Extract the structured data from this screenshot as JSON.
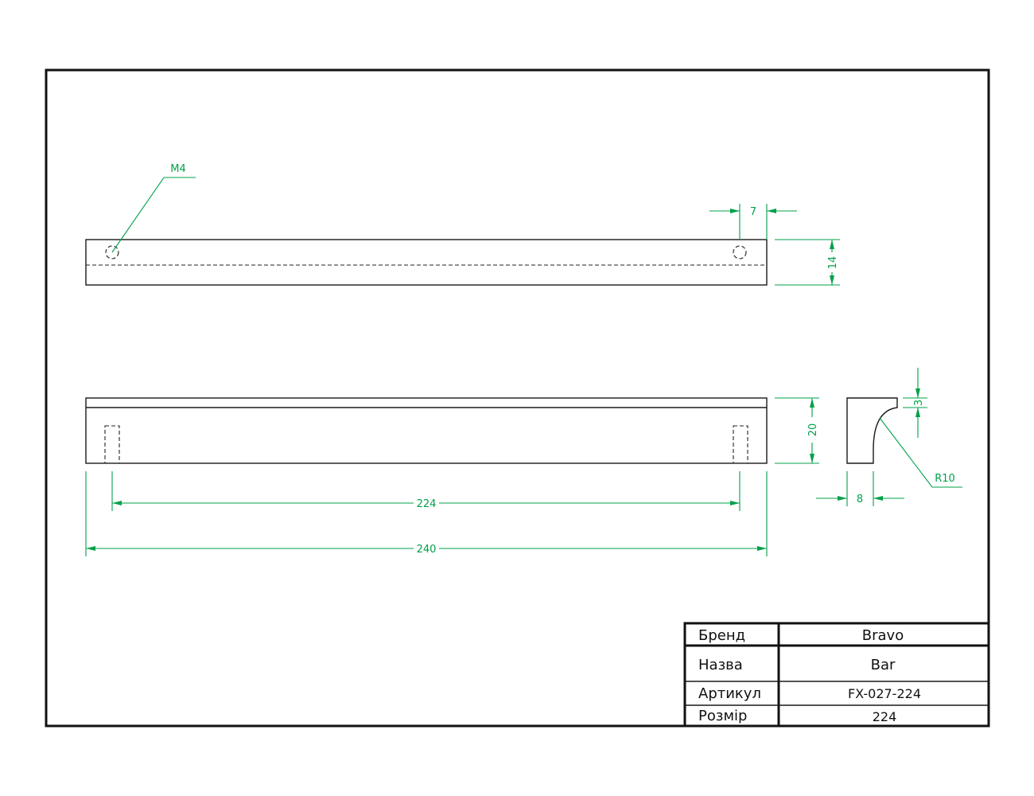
{
  "colors": {
    "dimension": "#00a04a",
    "object_line": "#1a1a1a",
    "background": "#ffffff"
  },
  "dimensions": {
    "thread": "M4",
    "hole_offset": "7",
    "width_top": "14",
    "height_front": "20",
    "lip": "3",
    "radius": "R10",
    "profile_width": "8",
    "hole_spacing": "224",
    "overall_length": "240"
  },
  "title_block": {
    "rows": [
      {
        "label": "Бренд",
        "value": "Bravo"
      },
      {
        "label": "Назва",
        "value": "Bar"
      },
      {
        "label": "Артикул",
        "value": "FX-027-224"
      },
      {
        "label": "Розмір",
        "value": "224"
      }
    ]
  }
}
